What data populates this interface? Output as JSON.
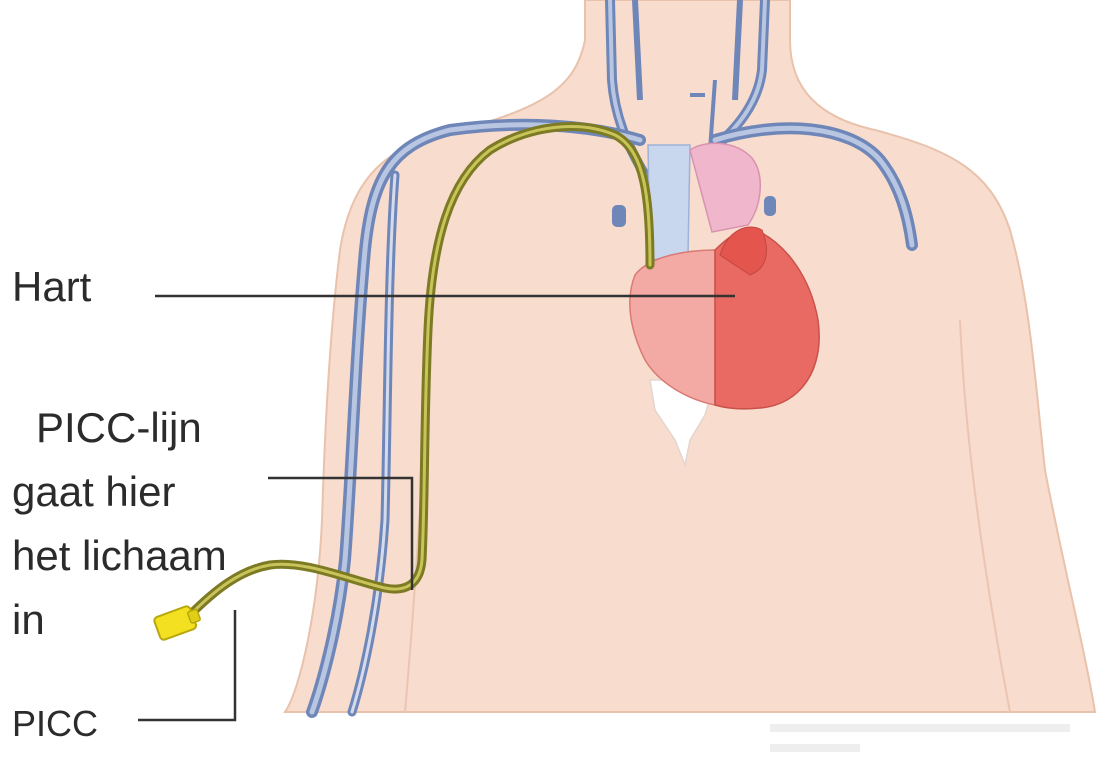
{
  "labels": {
    "heart": "Hart",
    "picc_line": [
      "PICC-lijn",
      "gaat hier",
      "het lichaam",
      "in"
    ],
    "picc": "PICC"
  },
  "colors": {
    "skin": "#f8dccd",
    "skin_outline": "#e9c2ac",
    "vein": "#6f86b8",
    "vein_light": "#b8c6e2",
    "heart_left": "#e86a63",
    "heart_right": "#f3a9a4",
    "aorta": "#f0b6cc",
    "catheter": "#8d8a2c",
    "catheter_light": "#c8c45a",
    "connector": "#f3e021",
    "leader_line": "#333333"
  }
}
